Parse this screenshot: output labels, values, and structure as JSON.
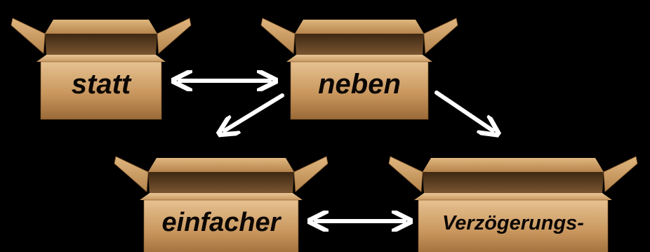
{
  "diagram": {
    "boxes": [
      {
        "id": "statt",
        "label": "statt"
      },
      {
        "id": "neben",
        "label": "neben"
      },
      {
        "id": "einfacher",
        "label": "einfacher"
      },
      {
        "id": "verzoegerungs",
        "label": "Verzögerungs-"
      }
    ],
    "connections": [
      {
        "from": "statt",
        "to": "neben",
        "type": "bidirectional"
      },
      {
        "from": "neben",
        "to": "einfacher",
        "type": "directed"
      },
      {
        "from": "neben",
        "to": "verzoegerungs",
        "type": "directed"
      },
      {
        "from": "einfacher",
        "to": "verzoegerungs",
        "type": "bidirectional"
      }
    ],
    "colors": {
      "background": "#000000",
      "box_front": "#c08c55",
      "box_front_light": "#e4bd8c",
      "box_flap": "#d2a46c",
      "box_inside": "#5a3c20",
      "arrow": "#ffffff",
      "label": "#0b0704"
    }
  }
}
